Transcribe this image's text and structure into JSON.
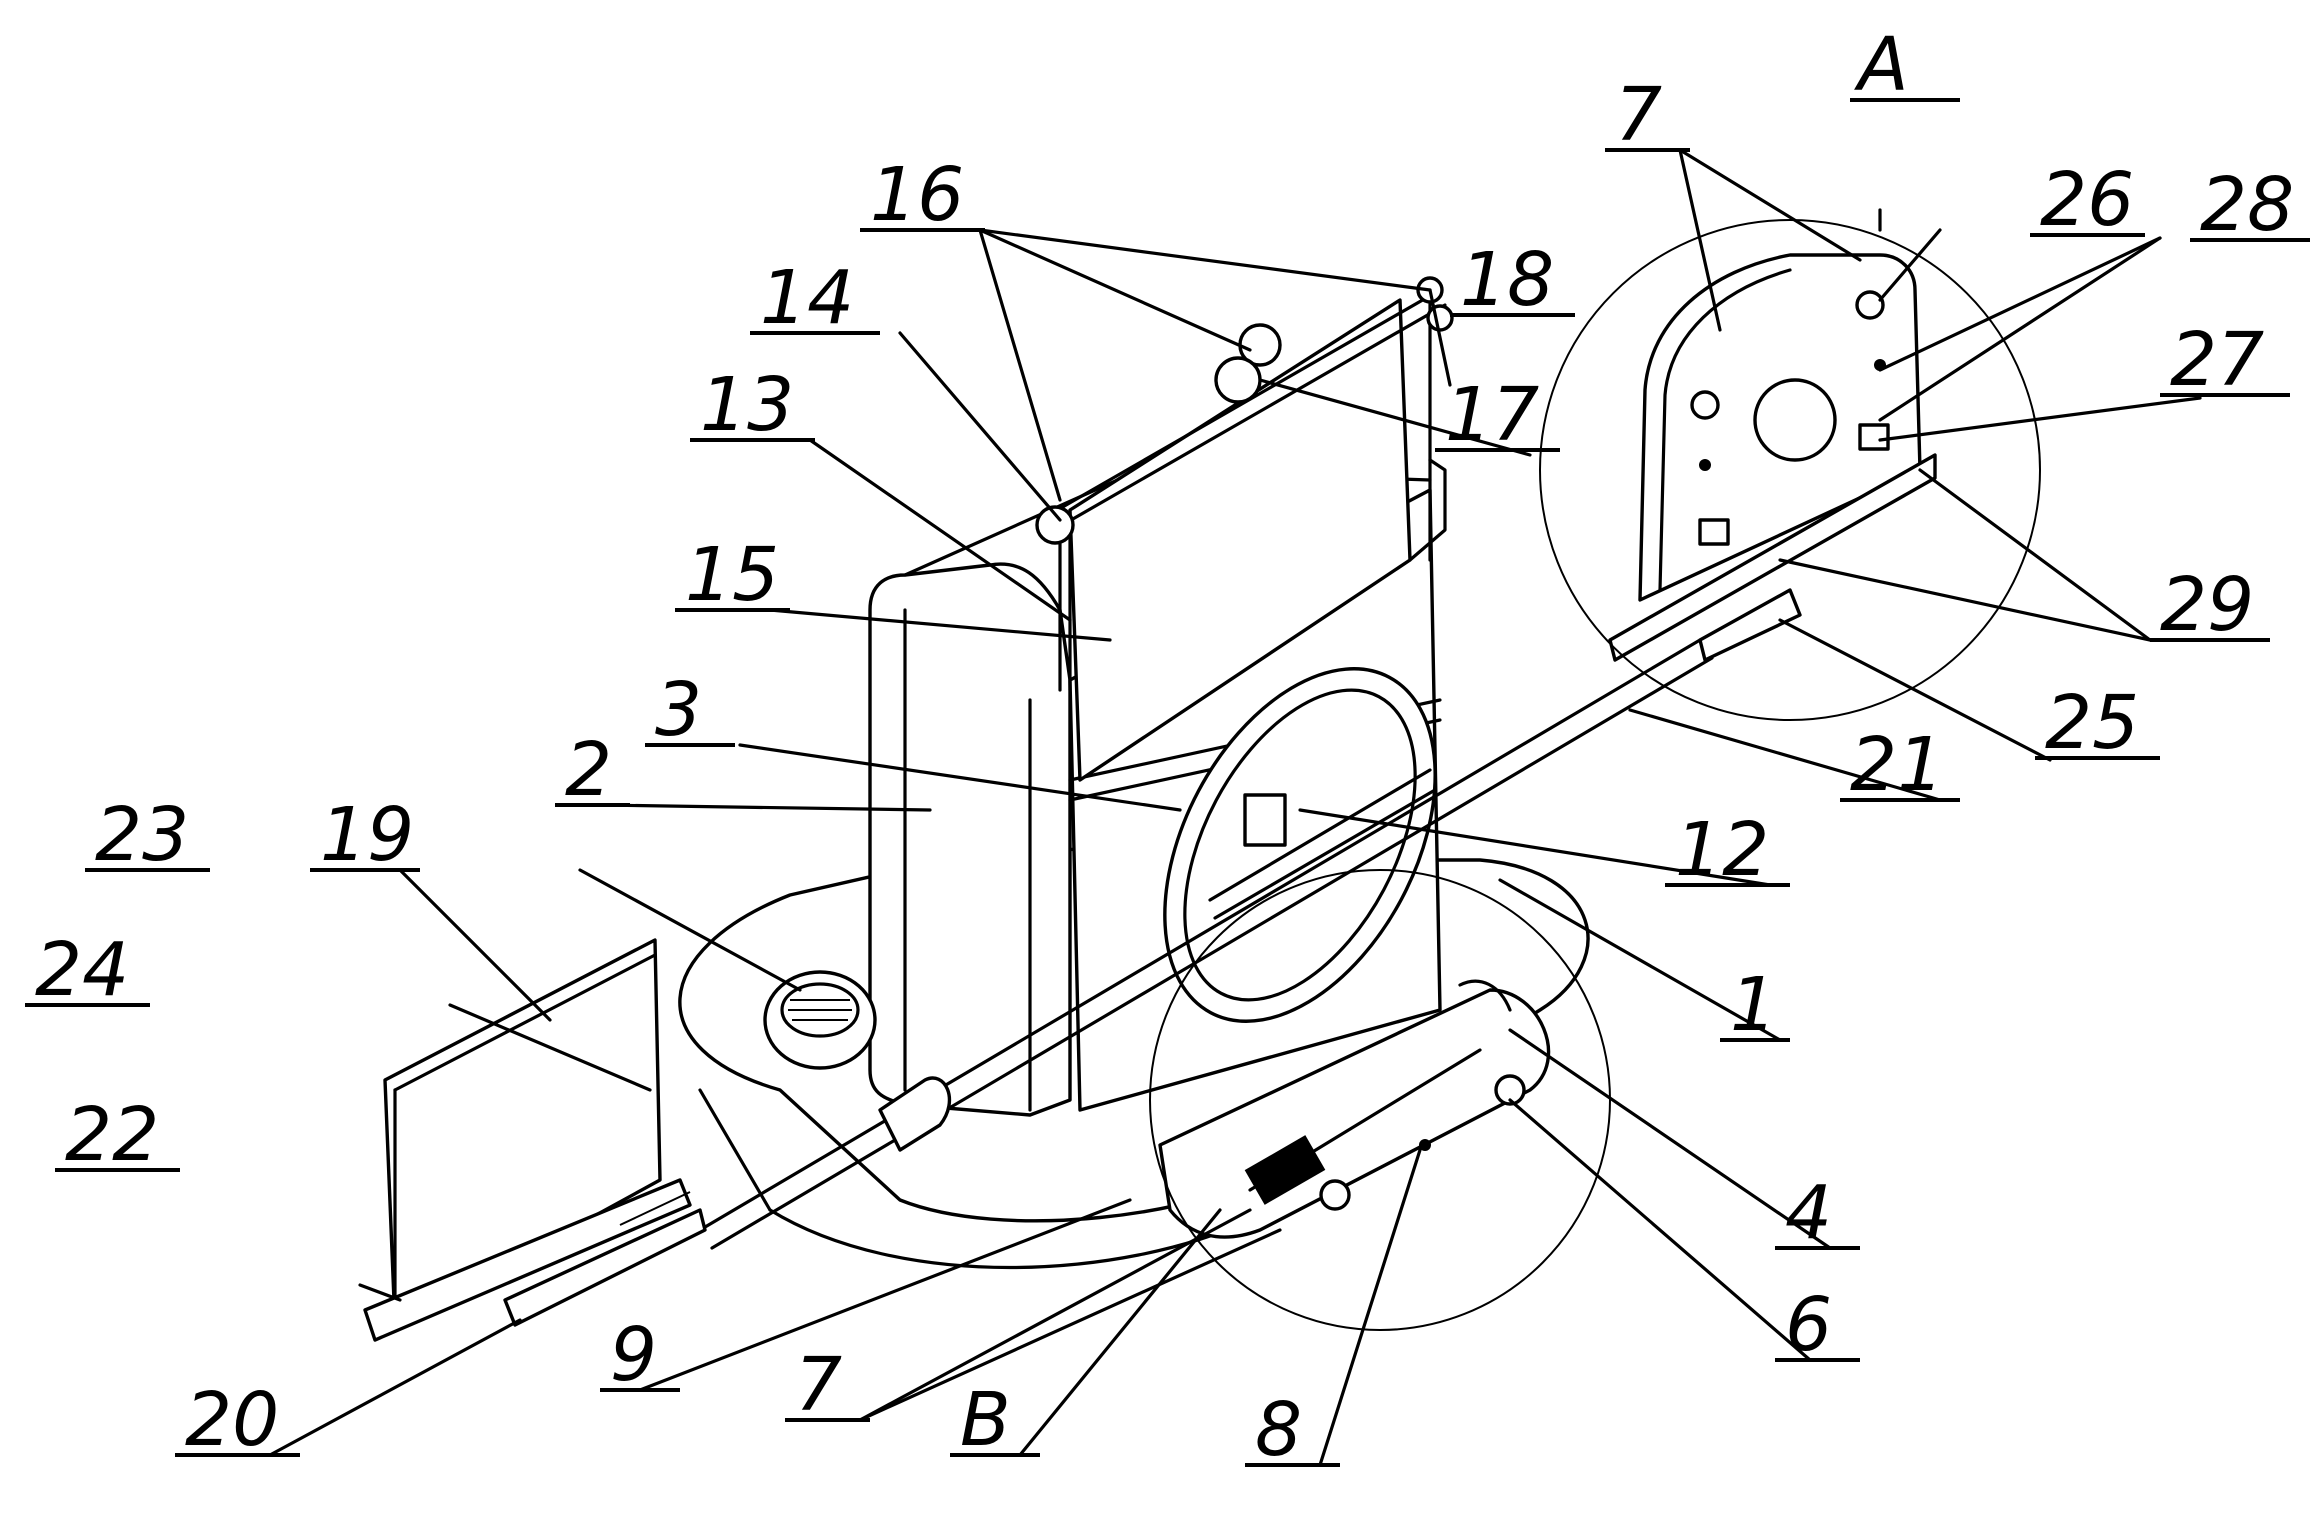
{
  "figure": {
    "labels": [
      {
        "id": "A",
        "text": "A"
      },
      {
        "id": "B",
        "text": "B"
      },
      {
        "id": "n1",
        "text": "1"
      },
      {
        "id": "n2",
        "text": "2"
      },
      {
        "id": "n3",
        "text": "3"
      },
      {
        "id": "n4",
        "text": "4"
      },
      {
        "id": "n6",
        "text": "6"
      },
      {
        "id": "n7a",
        "text": "7"
      },
      {
        "id": "n7b",
        "text": "7"
      },
      {
        "id": "n8",
        "text": "8"
      },
      {
        "id": "n9",
        "text": "9"
      },
      {
        "id": "n12",
        "text": "12"
      },
      {
        "id": "n13",
        "text": "13"
      },
      {
        "id": "n14",
        "text": "14"
      },
      {
        "id": "n15",
        "text": "15"
      },
      {
        "id": "n16",
        "text": "16"
      },
      {
        "id": "n17",
        "text": "17"
      },
      {
        "id": "n18",
        "text": "18"
      },
      {
        "id": "n19",
        "text": "19"
      },
      {
        "id": "n20",
        "text": "20"
      },
      {
        "id": "n21",
        "text": "21"
      },
      {
        "id": "n22",
        "text": "22"
      },
      {
        "id": "n23",
        "text": "23"
      },
      {
        "id": "n24",
        "text": "24"
      },
      {
        "id": "n25",
        "text": "25"
      },
      {
        "id": "n26",
        "text": "26"
      },
      {
        "id": "n27",
        "text": "27"
      },
      {
        "id": "n28",
        "text": "28"
      },
      {
        "id": "n29",
        "text": "29"
      }
    ]
  }
}
